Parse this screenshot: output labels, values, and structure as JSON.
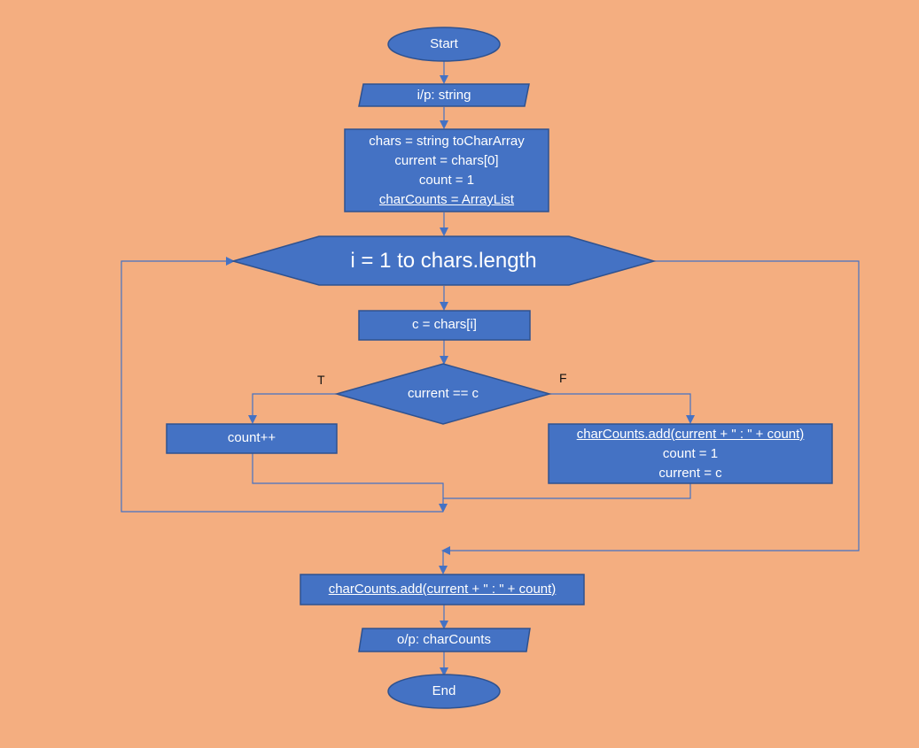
{
  "diagram": {
    "title": "Character count flowchart",
    "colors": {
      "background": "#f4ae80",
      "shape_fill": "#4472c4",
      "shape_stroke": "#2f528f",
      "text": "#ffffff"
    },
    "nodes": {
      "start": {
        "type": "terminator",
        "label": "Start"
      },
      "input": {
        "type": "io",
        "label": "i/p: string"
      },
      "init": {
        "type": "process",
        "lines": [
          "chars = string toCharArray",
          "current = chars[0]",
          "count = 1",
          "charCounts = ArrayList"
        ]
      },
      "loop": {
        "type": "loop",
        "label": "i = 1 to chars.length"
      },
      "assign_c": {
        "type": "process",
        "label": "c = chars[i]"
      },
      "decision": {
        "type": "decision",
        "label": "current == c"
      },
      "increment": {
        "type": "process",
        "label": "count++"
      },
      "add_reset": {
        "type": "process",
        "lines": [
          "charCounts.add(current + \" : \" + count)",
          "count = 1",
          "current = c"
        ]
      },
      "final_add": {
        "type": "process",
        "label": "charCounts.add(current + \" : \" + count)"
      },
      "output": {
        "type": "io",
        "label": "o/p: charCounts"
      },
      "end": {
        "type": "terminator",
        "label": "End"
      }
    },
    "branch_labels": {
      "true": "T",
      "false": "F"
    }
  }
}
